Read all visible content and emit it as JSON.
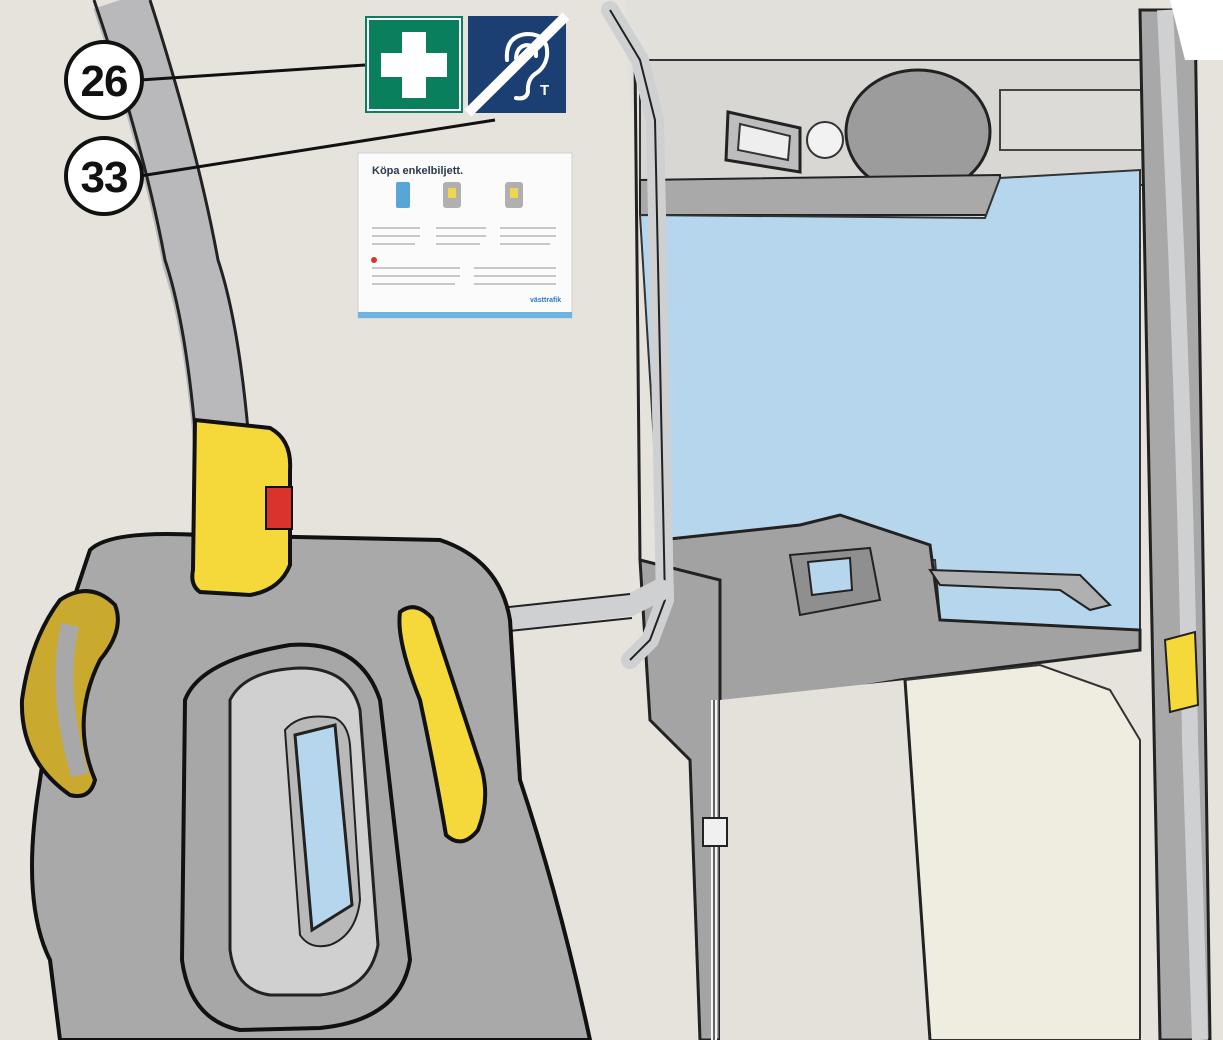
{
  "callouts": [
    {
      "id": "26",
      "label": "26"
    },
    {
      "id": "33",
      "label": "33"
    }
  ],
  "signs": {
    "first_aid": {
      "icon": "first-aid-cross-icon",
      "color": "#0a7f5e"
    },
    "hearing_loop": {
      "icon": "hearing-loop-ear-icon",
      "letter": "T",
      "color": "#1c3f73"
    }
  },
  "poster": {
    "title": "Köpa enkelbiljett.",
    "brand": "västtrafik"
  },
  "colors": {
    "wall": "#e6e3dc",
    "grey_panel": "#a9a9a9",
    "rail": "#cfd0d2",
    "window": "#b6d6ee",
    "yellow": "#f5d93a",
    "stop_button": "#d9332b"
  }
}
